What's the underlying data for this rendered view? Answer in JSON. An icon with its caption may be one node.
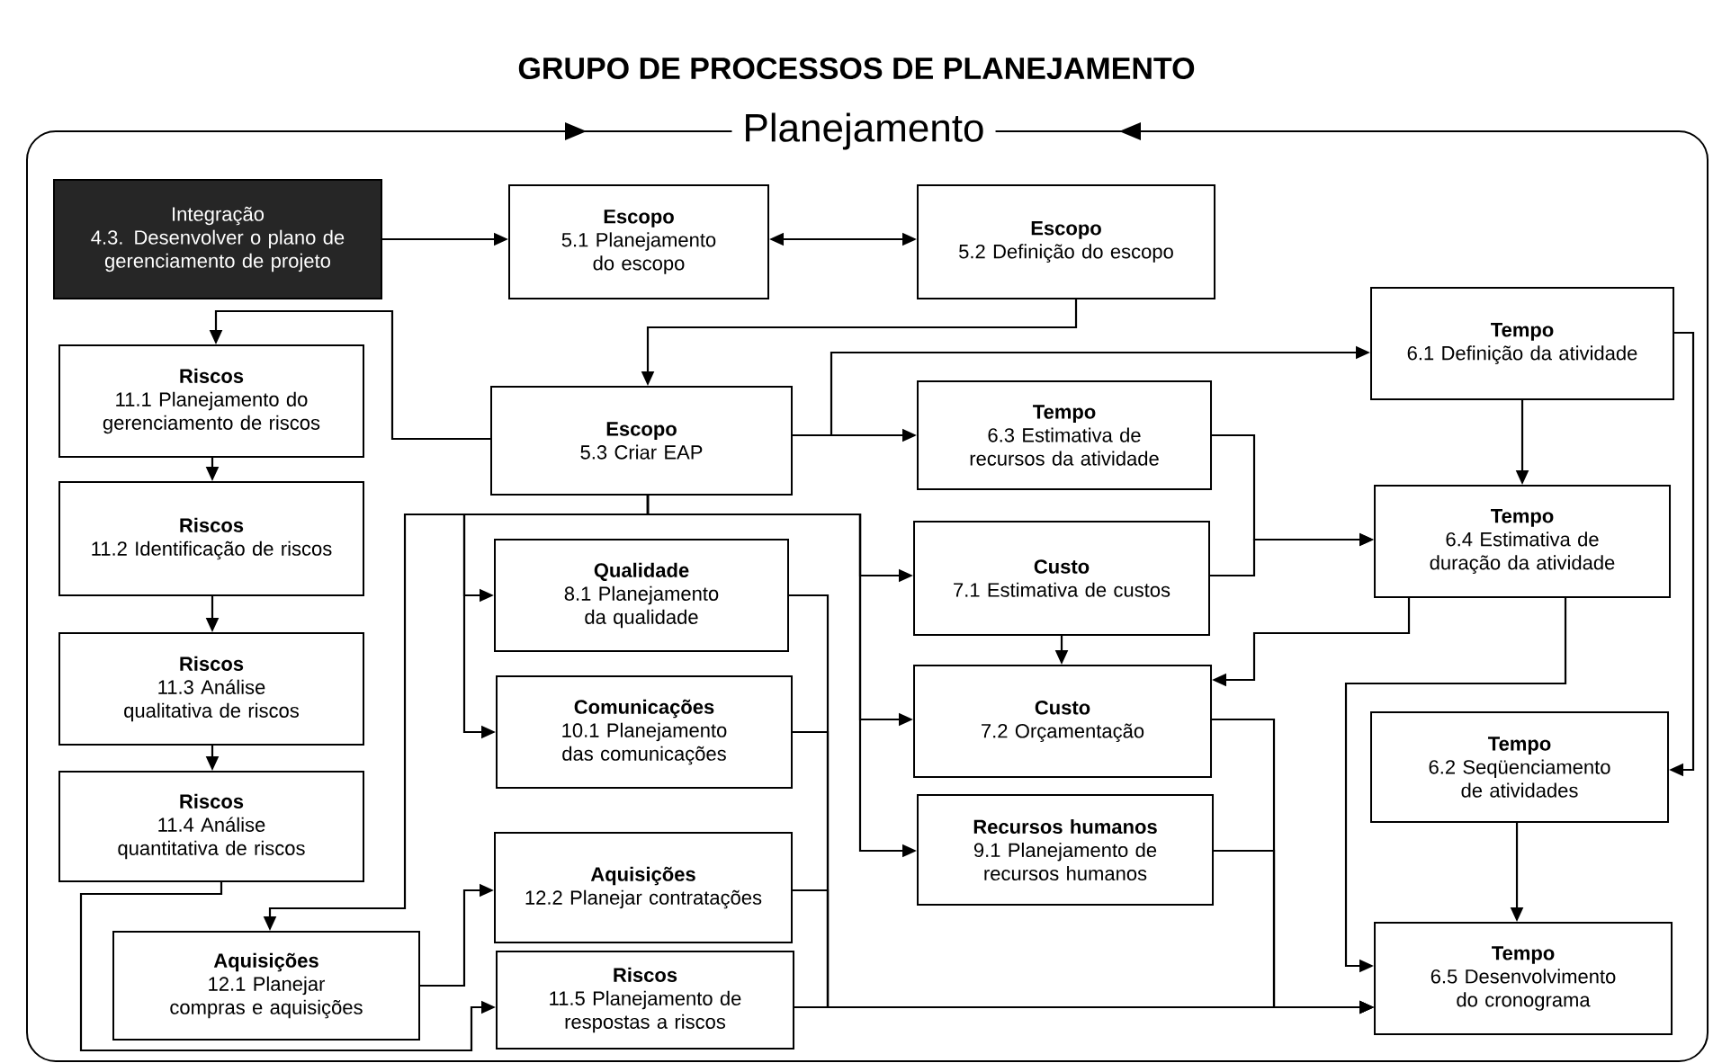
{
  "diagram": {
    "title": "GRUPO DE PROCESSOS DE PLANEJAMENTO",
    "nodes": [
      {
        "text": [
          "Planejamento"
        ]
      },
      {
        "text": [
          "Integração",
          "4.3. Desenvolver o plano de gerenciamento de projeto"
        ],
        "in": 0
      },
      {
        "text": [
          "Escopo",
          "5.1 Planejamento do escopo"
        ],
        "in": 0
      },
      {
        "text": [
          "Escopo",
          "5.2 Definição do escopo"
        ],
        "in": 0
      },
      {
        "text": [
          "Riscos",
          "11.1 Planejamento do gerenciamento de riscos"
        ],
        "in": 0
      },
      {
        "text": [
          "Riscos",
          "11.2 Identificação de riscos"
        ],
        "in": 0
      },
      {
        "text": [
          "Riscos",
          "11.3 Análise qualitativa de riscos"
        ],
        "in": 0
      },
      {
        "text": [
          "Riscos",
          "11.4 Análise quantitativa de riscos"
        ],
        "in": 0
      },
      {
        "text": [
          "Aquisições",
          "12.1 Planejar compras e aquisições"
        ],
        "in": 0
      },
      {
        "text": [
          "Escopo",
          "5.3 Criar EAP"
        ],
        "in": 0
      },
      {
        "text": [
          "Qualidade",
          "8.1 Planejamento da qualidade"
        ],
        "in": 0
      },
      {
        "text": [
          "Comunicações",
          "10.1 Planejamento das comunicações"
        ],
        "in": 0
      },
      {
        "text": [
          "Aquisições",
          "12.2 Planejar contratações"
        ],
        "in": 0
      },
      {
        "text": [
          "Riscos",
          "11.5 Planejamento de respostas a riscos"
        ],
        "in": 0
      },
      {
        "text": [
          "Tempo",
          "6.3 Estimativa de recursos da atividade"
        ],
        "in": 0
      },
      {
        "text": [
          "Custo",
          "7.1 Estimativa de custos"
        ],
        "in": 0
      },
      {
        "text": [
          "Custo",
          "7.2 Orçamentação"
        ],
        "in": 0
      },
      {
        "text": [
          "Recursos humanos",
          "9.1 Planejamento de recursos humanos"
        ],
        "in": 0
      },
      {
        "text": [
          "Tempo",
          "6.1 Definição da atividade"
        ],
        "in": 0
      },
      {
        "text": [
          "Tempo",
          "6.4 Estimativa de duração da atividade"
        ],
        "in": 0
      },
      {
        "text": [
          "Tempo",
          "6.2 Seqüenciamento de atividades"
        ],
        "in": 0
      },
      {
        "text": [
          "Tempo",
          "6.5 Desenvolvimento do cronograma"
        ],
        "in": 0
      }
    ],
    "edges": [
      {
        "from": 1,
        "to": 2,
        "arrow": "to"
      },
      {
        "from": 2,
        "to": 3,
        "arrow": "both"
      },
      {
        "from": 3,
        "to": 9,
        "arrow": "to"
      },
      {
        "from": 9,
        "to": 4,
        "arrow": "to"
      },
      {
        "from": 4,
        "to": 5,
        "arrow": "to"
      },
      {
        "from": 5,
        "to": 6,
        "arrow": "to"
      },
      {
        "from": 6,
        "to": 7,
        "arrow": "to"
      },
      {
        "from": 7,
        "to": 13,
        "arrow": "to"
      },
      {
        "from": 9,
        "to": 8,
        "arrow": "to"
      },
      {
        "from": 9,
        "to": 10,
        "arrow": "to"
      },
      {
        "from": 9,
        "to": 11,
        "arrow": "to"
      },
      {
        "from": 9,
        "to": 15,
        "arrow": "to"
      },
      {
        "from": 9,
        "to": 16,
        "arrow": "to"
      },
      {
        "from": 9,
        "to": 17,
        "arrow": "to"
      },
      {
        "from": 8,
        "to": 12,
        "arrow": "to"
      },
      {
        "from": 9,
        "to": 14,
        "arrow": "to"
      },
      {
        "from": 9,
        "to": 18,
        "arrow": "to"
      },
      {
        "from": 18,
        "to": 19,
        "arrow": "to"
      },
      {
        "from": 18,
        "to": 20,
        "arrow": "to"
      },
      {
        "from": 14,
        "to": 19,
        "arrow": "to"
      },
      {
        "from": 15,
        "to": 19,
        "arrow": "to"
      },
      {
        "from": 15,
        "to": 16,
        "arrow": "to"
      },
      {
        "from": 19,
        "to": 16,
        "arrow": "to"
      },
      {
        "from": 19,
        "to": 21,
        "arrow": "to"
      },
      {
        "from": 20,
        "to": 21,
        "arrow": "to"
      },
      {
        "from": 16,
        "to": 21,
        "arrow": "to"
      },
      {
        "from": 17,
        "to": 21,
        "arrow": "to"
      },
      {
        "from": 13,
        "to": 21,
        "arrow": "to"
      },
      {
        "from": 10,
        "to": 21,
        "arrow": "to"
      },
      {
        "from": 11,
        "to": 21,
        "arrow": "to"
      },
      {
        "from": 12,
        "to": 21,
        "arrow": "to"
      }
    ]
  }
}
